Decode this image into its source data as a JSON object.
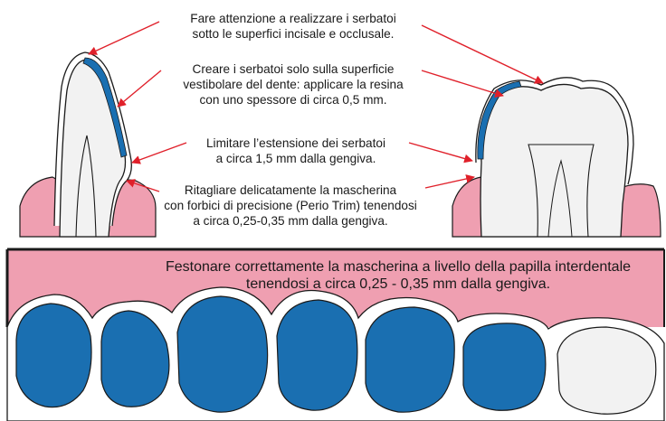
{
  "annotations": [
    {
      "id": "note-1",
      "lines": [
        "Fare attenzione a realizzare i serbatoi",
        "sotto le superfici incisale e occlusale."
      ]
    },
    {
      "id": "note-2",
      "lines": [
        "Creare i serbatoi solo sulla superficie",
        "vestibolare del dente: applicare la resina",
        "con uno spessore di circa 0,5 mm."
      ]
    },
    {
      "id": "note-3",
      "lines": [
        "Limitare l’estensione dei serbatoi",
        "a circa 1,5 mm dalla gengiva."
      ]
    },
    {
      "id": "note-4",
      "lines": [
        "Ritagliare delicatamente la mascherina",
        "con forbici di precisione (Perio Trim) tenendosi",
        "a circa 0,25-0,35 mm dalla gengiva."
      ]
    }
  ],
  "arch": {
    "caption_lines": [
      "Festonare correttamente la mascherina a livello della papilla interdentale",
      "tenendosi a circa 0,25 - 0,35 mm dalla gengiva."
    ]
  },
  "colors": {
    "gum": "#ef9fb1",
    "reservoir": "#1a6fb1",
    "tooth": "#f2f2f2",
    "arrow": "#e0202a",
    "outline": "#1a1a1a"
  }
}
